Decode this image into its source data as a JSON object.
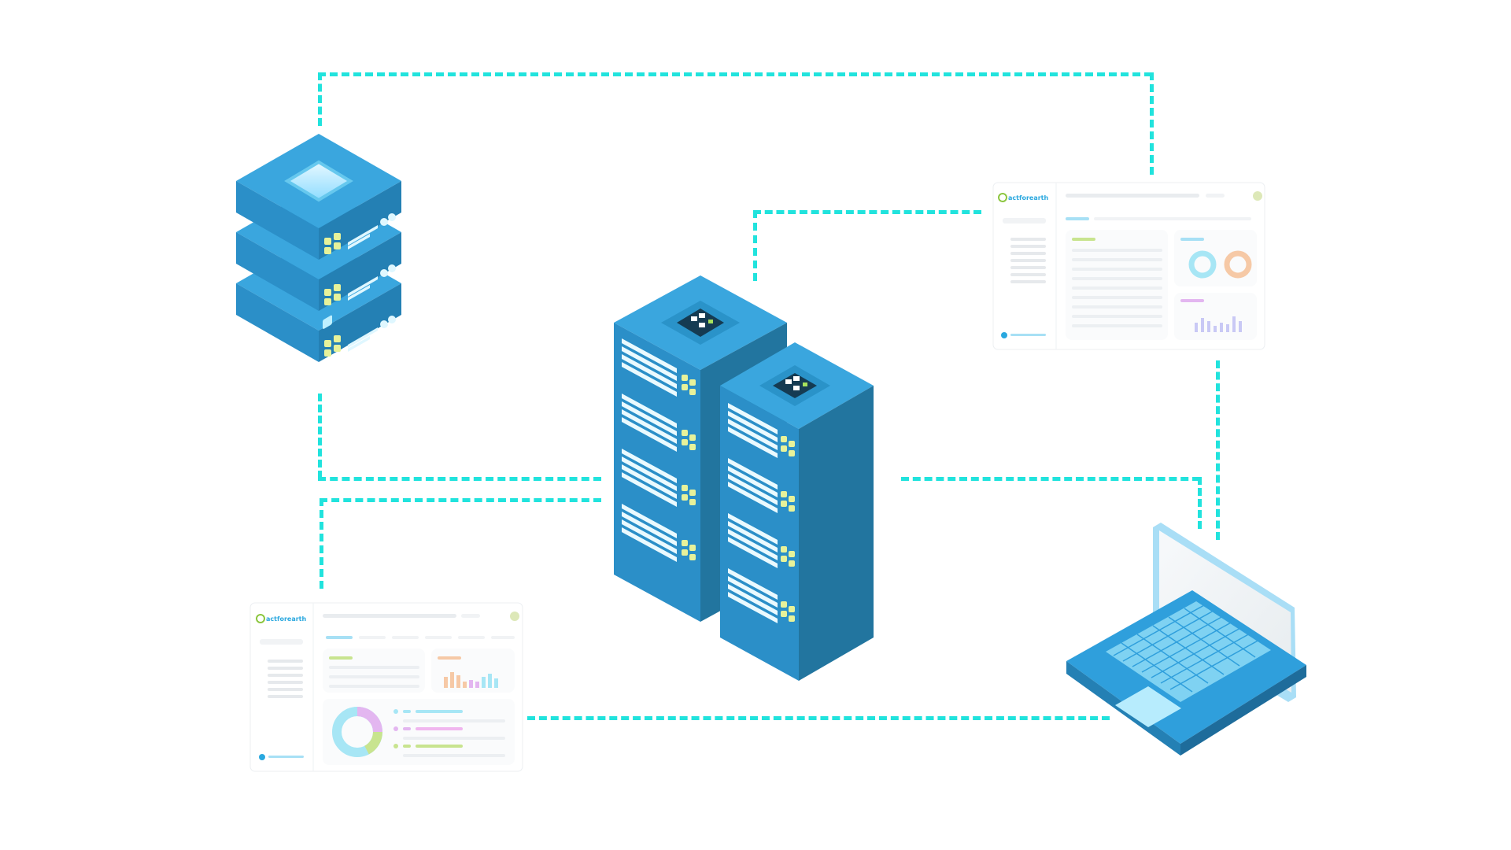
{
  "colors": {
    "connector": "#21e3dd",
    "server_light": "#3aa6de",
    "server_mid": "#2b8fc8",
    "server_dark": "#22759f",
    "led": "#e7f29a",
    "brand_green": "#8cc63f",
    "brand_blue": "#2aa8df"
  },
  "nodes": [
    {
      "id": "storage-server",
      "icon": "stacked-server-icon"
    },
    {
      "id": "central-servers",
      "icon": "server-rack-icon"
    },
    {
      "id": "dashboard-top-right",
      "icon": "dashboard-window-icon"
    },
    {
      "id": "dashboard-bottom-left",
      "icon": "dashboard-window-icon"
    },
    {
      "id": "laptop",
      "icon": "laptop-icon"
    }
  ],
  "dashboards": {
    "brand_text": "actforearth",
    "top_right": {
      "brand_text": "actforearth"
    },
    "bottom_left": {
      "brand_text": "actforearth"
    }
  }
}
